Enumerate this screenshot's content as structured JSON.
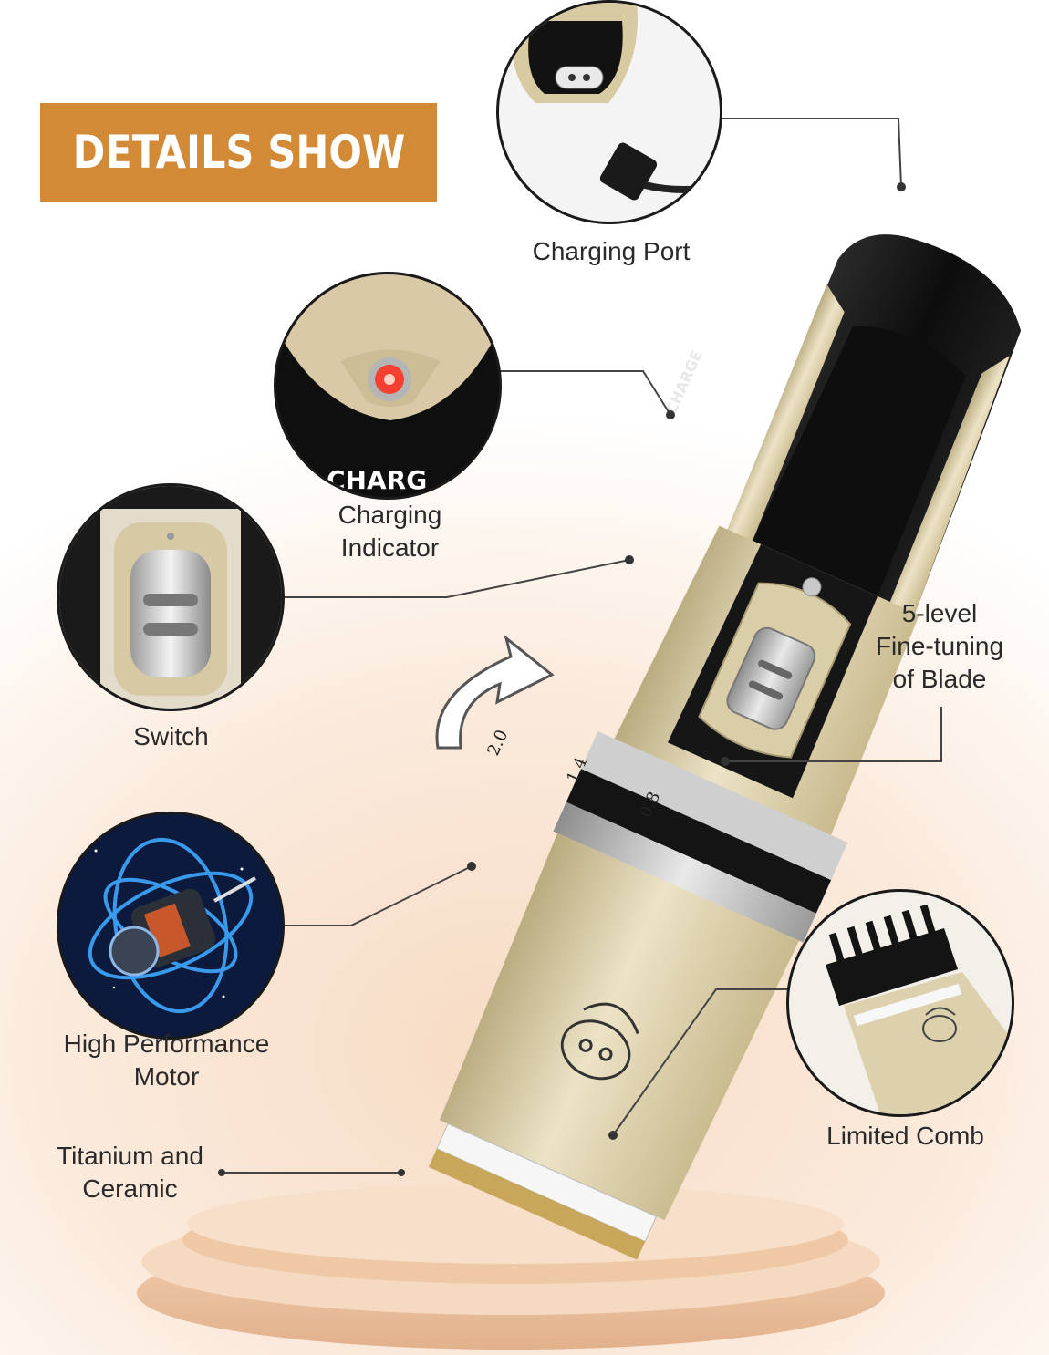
{
  "title": "DETAILS SHOW",
  "colors": {
    "accent": "#d38a37",
    "clipper_gold": "#d8cba2",
    "clipper_black": "#141414",
    "indicator_red": "#ff2a1a"
  },
  "features": {
    "charging_port": "Charging Port",
    "charging_indicator_line1": "Charging",
    "charging_indicator_line2": "Indicator",
    "switch": "Switch",
    "fine_tuning_line1": "5-level",
    "fine_tuning_line2": "Fine-tuning",
    "fine_tuning_line3": "of Blade",
    "motor_line1": "High Performance",
    "motor_line2": "Motor",
    "limited_comb": "Limited Comb",
    "blade_line1": "Titanium and",
    "blade_line2": "Ceramic"
  },
  "product_markings": {
    "charge": "CHARGE",
    "charge_closeup": "CHARG",
    "scale": [
      "2.0",
      "1.4",
      "0.8"
    ]
  }
}
